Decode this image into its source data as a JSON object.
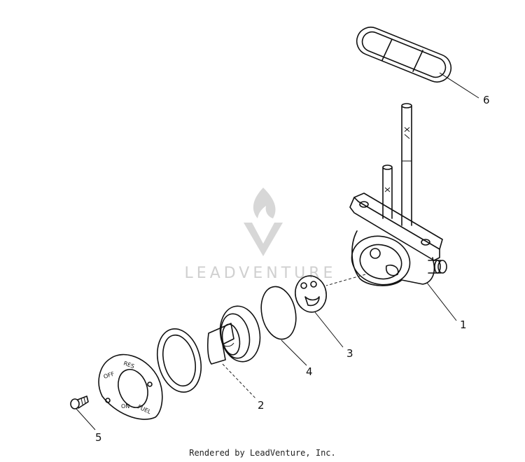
{
  "watermark": {
    "brand": "LEADVENTURE"
  },
  "callouts": [
    "1",
    "2",
    "3",
    "4",
    "5",
    "6"
  ],
  "plate_labels": {
    "res": "RES",
    "off": "OFF",
    "on": "ON",
    "fuel": "FUEL"
  },
  "footer": "Rendered by LeadVenture, Inc."
}
